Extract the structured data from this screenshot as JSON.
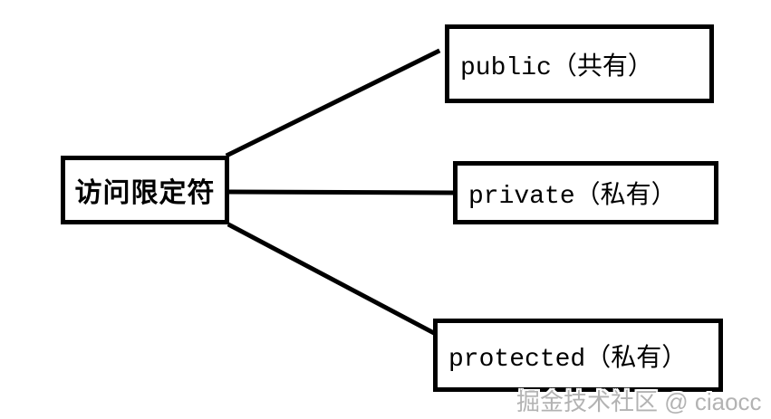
{
  "diagram": {
    "root": {
      "id": "root",
      "label": "访问限定符"
    },
    "children": [
      {
        "id": "public",
        "label": "public（共有）"
      },
      {
        "id": "private",
        "label": "private（私有）"
      },
      {
        "id": "protected",
        "label": "protected（私有）"
      }
    ],
    "edges": [
      {
        "from": "root",
        "to": "public"
      },
      {
        "from": "root",
        "to": "private"
      },
      {
        "from": "root",
        "to": "protected"
      }
    ]
  },
  "watermark": {
    "text": "掘金技术社区 @ ciaocc"
  },
  "colors": {
    "background": "#ffffff",
    "line": "#000000",
    "box_border": "#000000",
    "text": "#000000",
    "watermark": "#b3b3b3"
  }
}
